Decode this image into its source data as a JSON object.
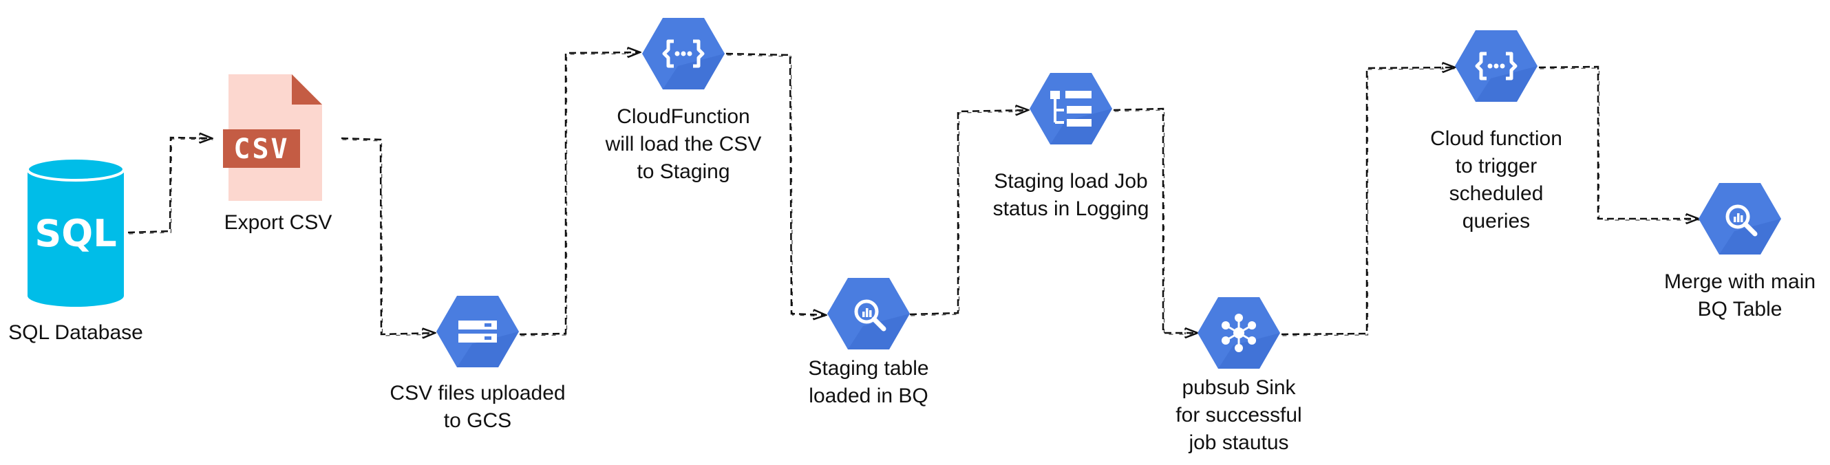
{
  "colors": {
    "gcp_blue": "#4a7de0",
    "sql_cyan": "#00bde8",
    "csv_page": "#fcd7cf",
    "csv_fold": "#c45c44",
    "csv_band": "#c45c44",
    "connector": "#111111",
    "text": "#111111"
  },
  "nodes": [
    {
      "id": "sql",
      "icon": "sql-database-icon",
      "icon_text": "SQL",
      "label_lines": [
        "SQL Database"
      ]
    },
    {
      "id": "csv",
      "icon": "csv-file-icon",
      "icon_text": "CSV",
      "label_lines": [
        "Export CSV"
      ]
    },
    {
      "id": "gcs",
      "icon": "cloud-storage-icon",
      "label_lines": [
        "CSV files uploaded",
        "to GCS"
      ]
    },
    {
      "id": "cf1",
      "icon": "cloud-functions-icon",
      "label_lines": [
        "CloudFunction",
        "will load the CSV",
        "to Staging"
      ]
    },
    {
      "id": "bq1",
      "icon": "bigquery-icon",
      "label_lines": [
        "Staging table",
        "loaded in BQ"
      ]
    },
    {
      "id": "log",
      "icon": "cloud-logging-icon",
      "label_lines": [
        "Staging load Job",
        "status in Logging"
      ]
    },
    {
      "id": "pubsub",
      "icon": "pubsub-icon",
      "label_lines": [
        "pubsub Sink",
        "for successful",
        "job stautus"
      ]
    },
    {
      "id": "cf2",
      "icon": "cloud-functions-icon",
      "label_lines": [
        "Cloud function",
        "to trigger",
        "scheduled",
        "queries"
      ]
    },
    {
      "id": "bq2",
      "icon": "bigquery-icon",
      "label_lines": [
        "Merge with main",
        "BQ Table"
      ]
    }
  ],
  "edges": [
    {
      "from": "sql",
      "to": "csv"
    },
    {
      "from": "csv",
      "to": "gcs"
    },
    {
      "from": "gcs",
      "to": "cf1"
    },
    {
      "from": "cf1",
      "to": "bq1"
    },
    {
      "from": "bq1",
      "to": "log"
    },
    {
      "from": "log",
      "to": "pubsub"
    },
    {
      "from": "pubsub",
      "to": "cf2"
    },
    {
      "from": "cf2",
      "to": "bq2"
    }
  ]
}
